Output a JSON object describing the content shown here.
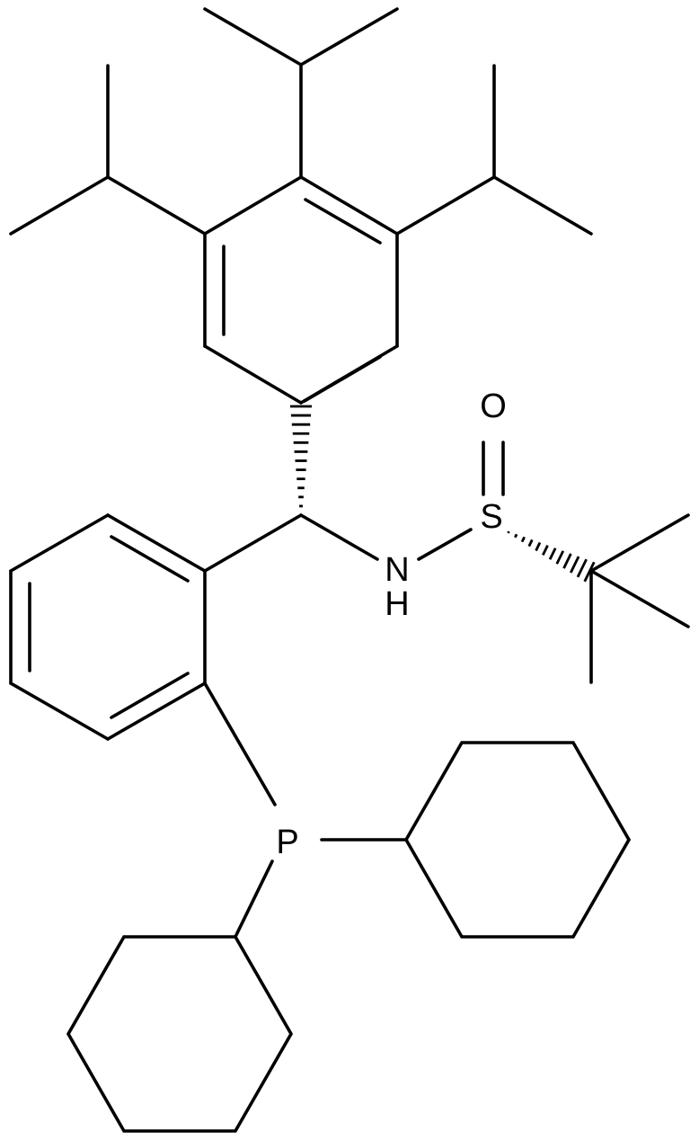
{
  "molecule": {
    "atom_labels": {
      "oxygen": "O",
      "sulfur": "S",
      "nitrogen": "N",
      "hydrogen": "H",
      "phosphorus": "P"
    }
  }
}
